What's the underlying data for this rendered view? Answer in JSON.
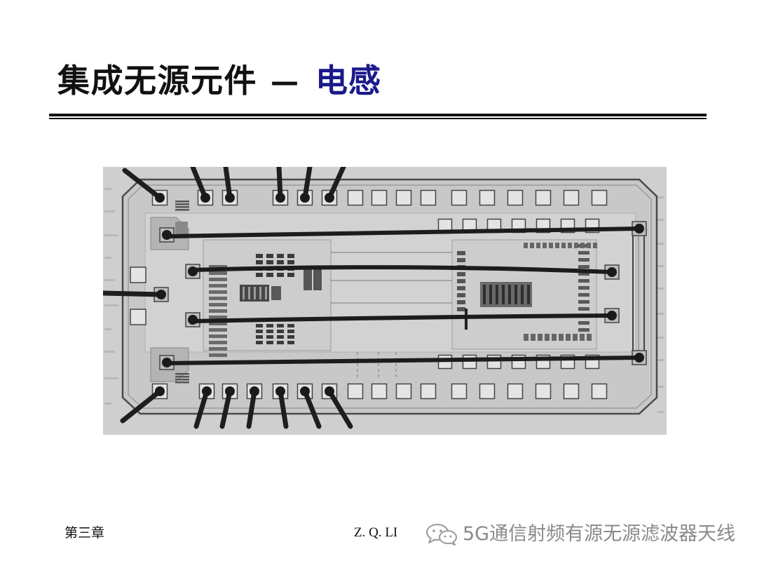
{
  "slide": {
    "title": {
      "main": "集成无源元件",
      "dash": "—",
      "highlight": "电感"
    },
    "footer": {
      "chapter": "第三章",
      "author": "Z. Q. LI"
    },
    "watermark": {
      "text": "5G通信射频有源无源滤波器天线",
      "icon": "wechat-icon"
    },
    "figure": {
      "icon": "chip-micrograph"
    }
  },
  "colors": {
    "title": "#111111",
    "title_highlight": "#1a1a8a",
    "rule": "#111111",
    "watermark": "#8a8a8a"
  }
}
